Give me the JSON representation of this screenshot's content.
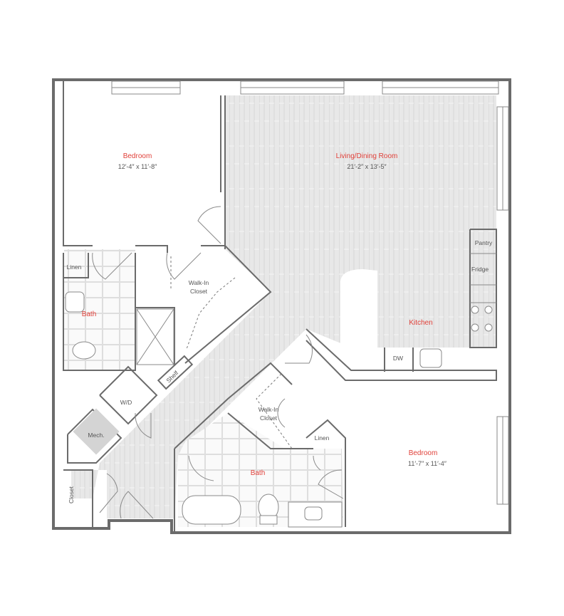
{
  "rooms": {
    "bedroom_1": {
      "name": "Bedroom",
      "dimensions": "12′-4″ x 11′-8″"
    },
    "living": {
      "name": "Living/Dining Room",
      "dimensions": "21′-2″ x 13′-5″"
    },
    "kitchen": {
      "name": "Kitchen"
    },
    "bath_1": {
      "name": "Bath"
    },
    "bath_2": {
      "name": "Bath"
    },
    "bedroom_2": {
      "name": "Bedroom",
      "dimensions": "11′-7″ x 11′-4″"
    }
  },
  "fixtures": {
    "linen_1": "Linen",
    "walkin_1": [
      "Walk-In",
      "Closet"
    ],
    "pantry": "Pantry",
    "fridge": "Fridge",
    "dw": "DW",
    "shelf": "Shelf",
    "wd": "W/D",
    "mech": "Mech.",
    "closet": "Closet",
    "walkin_2": [
      "Walk-In",
      "Closet"
    ],
    "linen_2": "Linen"
  },
  "colors": {
    "room_label": "#e0413a",
    "wall": "#6b6b6b",
    "floor": "#e6e6e6",
    "mech": "#d4d4d4"
  }
}
